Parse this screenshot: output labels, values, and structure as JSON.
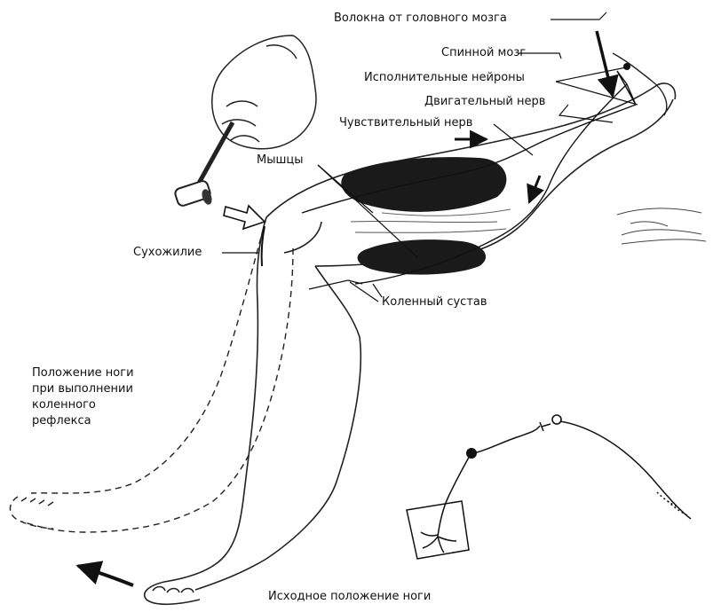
{
  "colors": {
    "ink": "#111111",
    "muscle": "#1a1a1a",
    "paper": "#ffffff"
  },
  "labels": {
    "brain_fibers": "Волокна от головного мозга",
    "spinal_cord": "Спинной мозг",
    "executive_neurons": "Исполнительные   нейроны",
    "motor_nerve": "Двигательный нерв",
    "sensory_nerve": "Чувствительный нерв",
    "muscles": "Мышцы",
    "tendon": "Сухожилие",
    "knee_joint": "Коленный сустав",
    "reflex_position": "Положение ноги\nпри выполнении\nколенного\nрефлекса",
    "initial_position": "Исходное положение ноги"
  },
  "icons": [
    "reflex-hammer-icon",
    "hand-icon",
    "neuron-icon"
  ]
}
